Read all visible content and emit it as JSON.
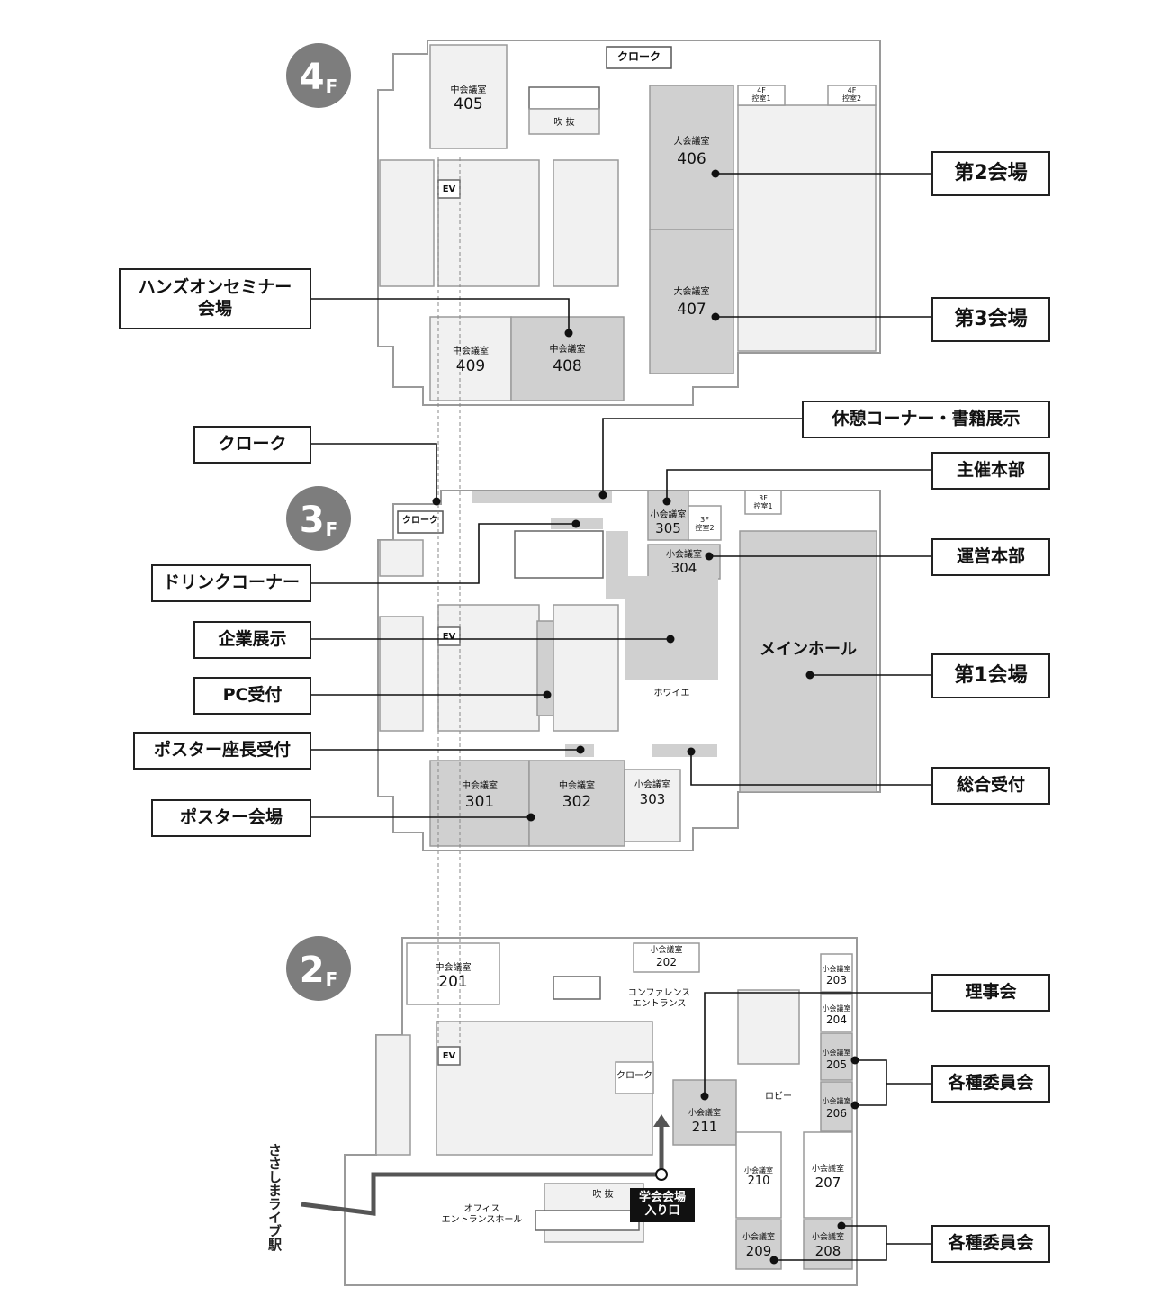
{
  "floors": [
    {
      "id": "4F",
      "num": "4",
      "suffix": "F"
    },
    {
      "id": "3F",
      "num": "3",
      "suffix": "F"
    },
    {
      "id": "2F",
      "num": "2",
      "suffix": "F"
    }
  ],
  "callouts": {
    "hall2": "第2会場",
    "hall3": "第3会場",
    "handson": "ハンズオンセミナー\n会場",
    "rest_books": "休憩コーナー・書籍展示",
    "cloak3": "クローク",
    "hq_host": "主催本部",
    "hq_ops": "運営本部",
    "drink": "ドリンクコーナー",
    "corp": "企業展示",
    "pc": "PC受付",
    "hall1": "第1会場",
    "poster_chair": "ポスター座長受付",
    "general": "総合受付",
    "poster": "ポスター会場",
    "board": "理事会",
    "committee1": "各種委員会",
    "committee2": "各種委員会"
  },
  "rooms_4f": {
    "cloak": "クローク",
    "r405_name": "中会議室",
    "r405_num": "405",
    "fukinuke": "吹 抜",
    "r406_name": "大会議室",
    "r406_num": "406",
    "r407_name": "大会議室",
    "r407_num": "407",
    "r409_name": "中会議室",
    "r409_num": "409",
    "r408_name": "中会議室",
    "r408_num": "408",
    "seminar1": "4F\n控室1",
    "seminar2": "4F\n控室2",
    "ev": "EV"
  },
  "rooms_3f": {
    "cloak": "クローク",
    "r305_name": "小会議室",
    "r305_num": "305",
    "seminar2": "3F\n控室2",
    "seminar1": "3F\n控室1",
    "r304_name": "小会議室",
    "r304_num": "304",
    "main_hall": "メインホール",
    "foyer": "ホワイエ",
    "r301_name": "中会議室",
    "r301_num": "301",
    "r302_name": "中会議室",
    "r302_num": "302",
    "r303_name": "小会議室",
    "r303_num": "303",
    "ev": "EV"
  },
  "rooms_2f": {
    "r201_name": "中会議室",
    "r201_num": "201",
    "r202_name": "小会議室",
    "r202_num": "202",
    "conference_entrance": "コンファレンス\nエントランス",
    "r203_name": "小会議室",
    "r203_num": "203",
    "r204_name": "小会議室",
    "r204_num": "204",
    "r205_name": "小会議室",
    "r205_num": "205",
    "r206_name": "小会議室",
    "r206_num": "206",
    "cloak": "クローク",
    "lobby": "ロビー",
    "r211_name": "小会議室",
    "r211_num": "211",
    "r210_name": "小会議室",
    "r210_num": "210",
    "r207_name": "小会議室",
    "r207_num": "207",
    "r209_name": "小会議室",
    "r209_num": "209",
    "r208_name": "小会議室",
    "r208_num": "208",
    "office_entrance": "オフィス\nエントランスホール",
    "fukinuke": "吹 抜",
    "entrance": "学会会場\n入り口",
    "station": "ささしまライブ駅",
    "ev": "EV"
  },
  "colors": {
    "wall": "#9a9a9a",
    "room": "#f1f1f1",
    "highlight": "#d0d0d0",
    "badge": "#7d7d7d",
    "line": "#111111"
  }
}
